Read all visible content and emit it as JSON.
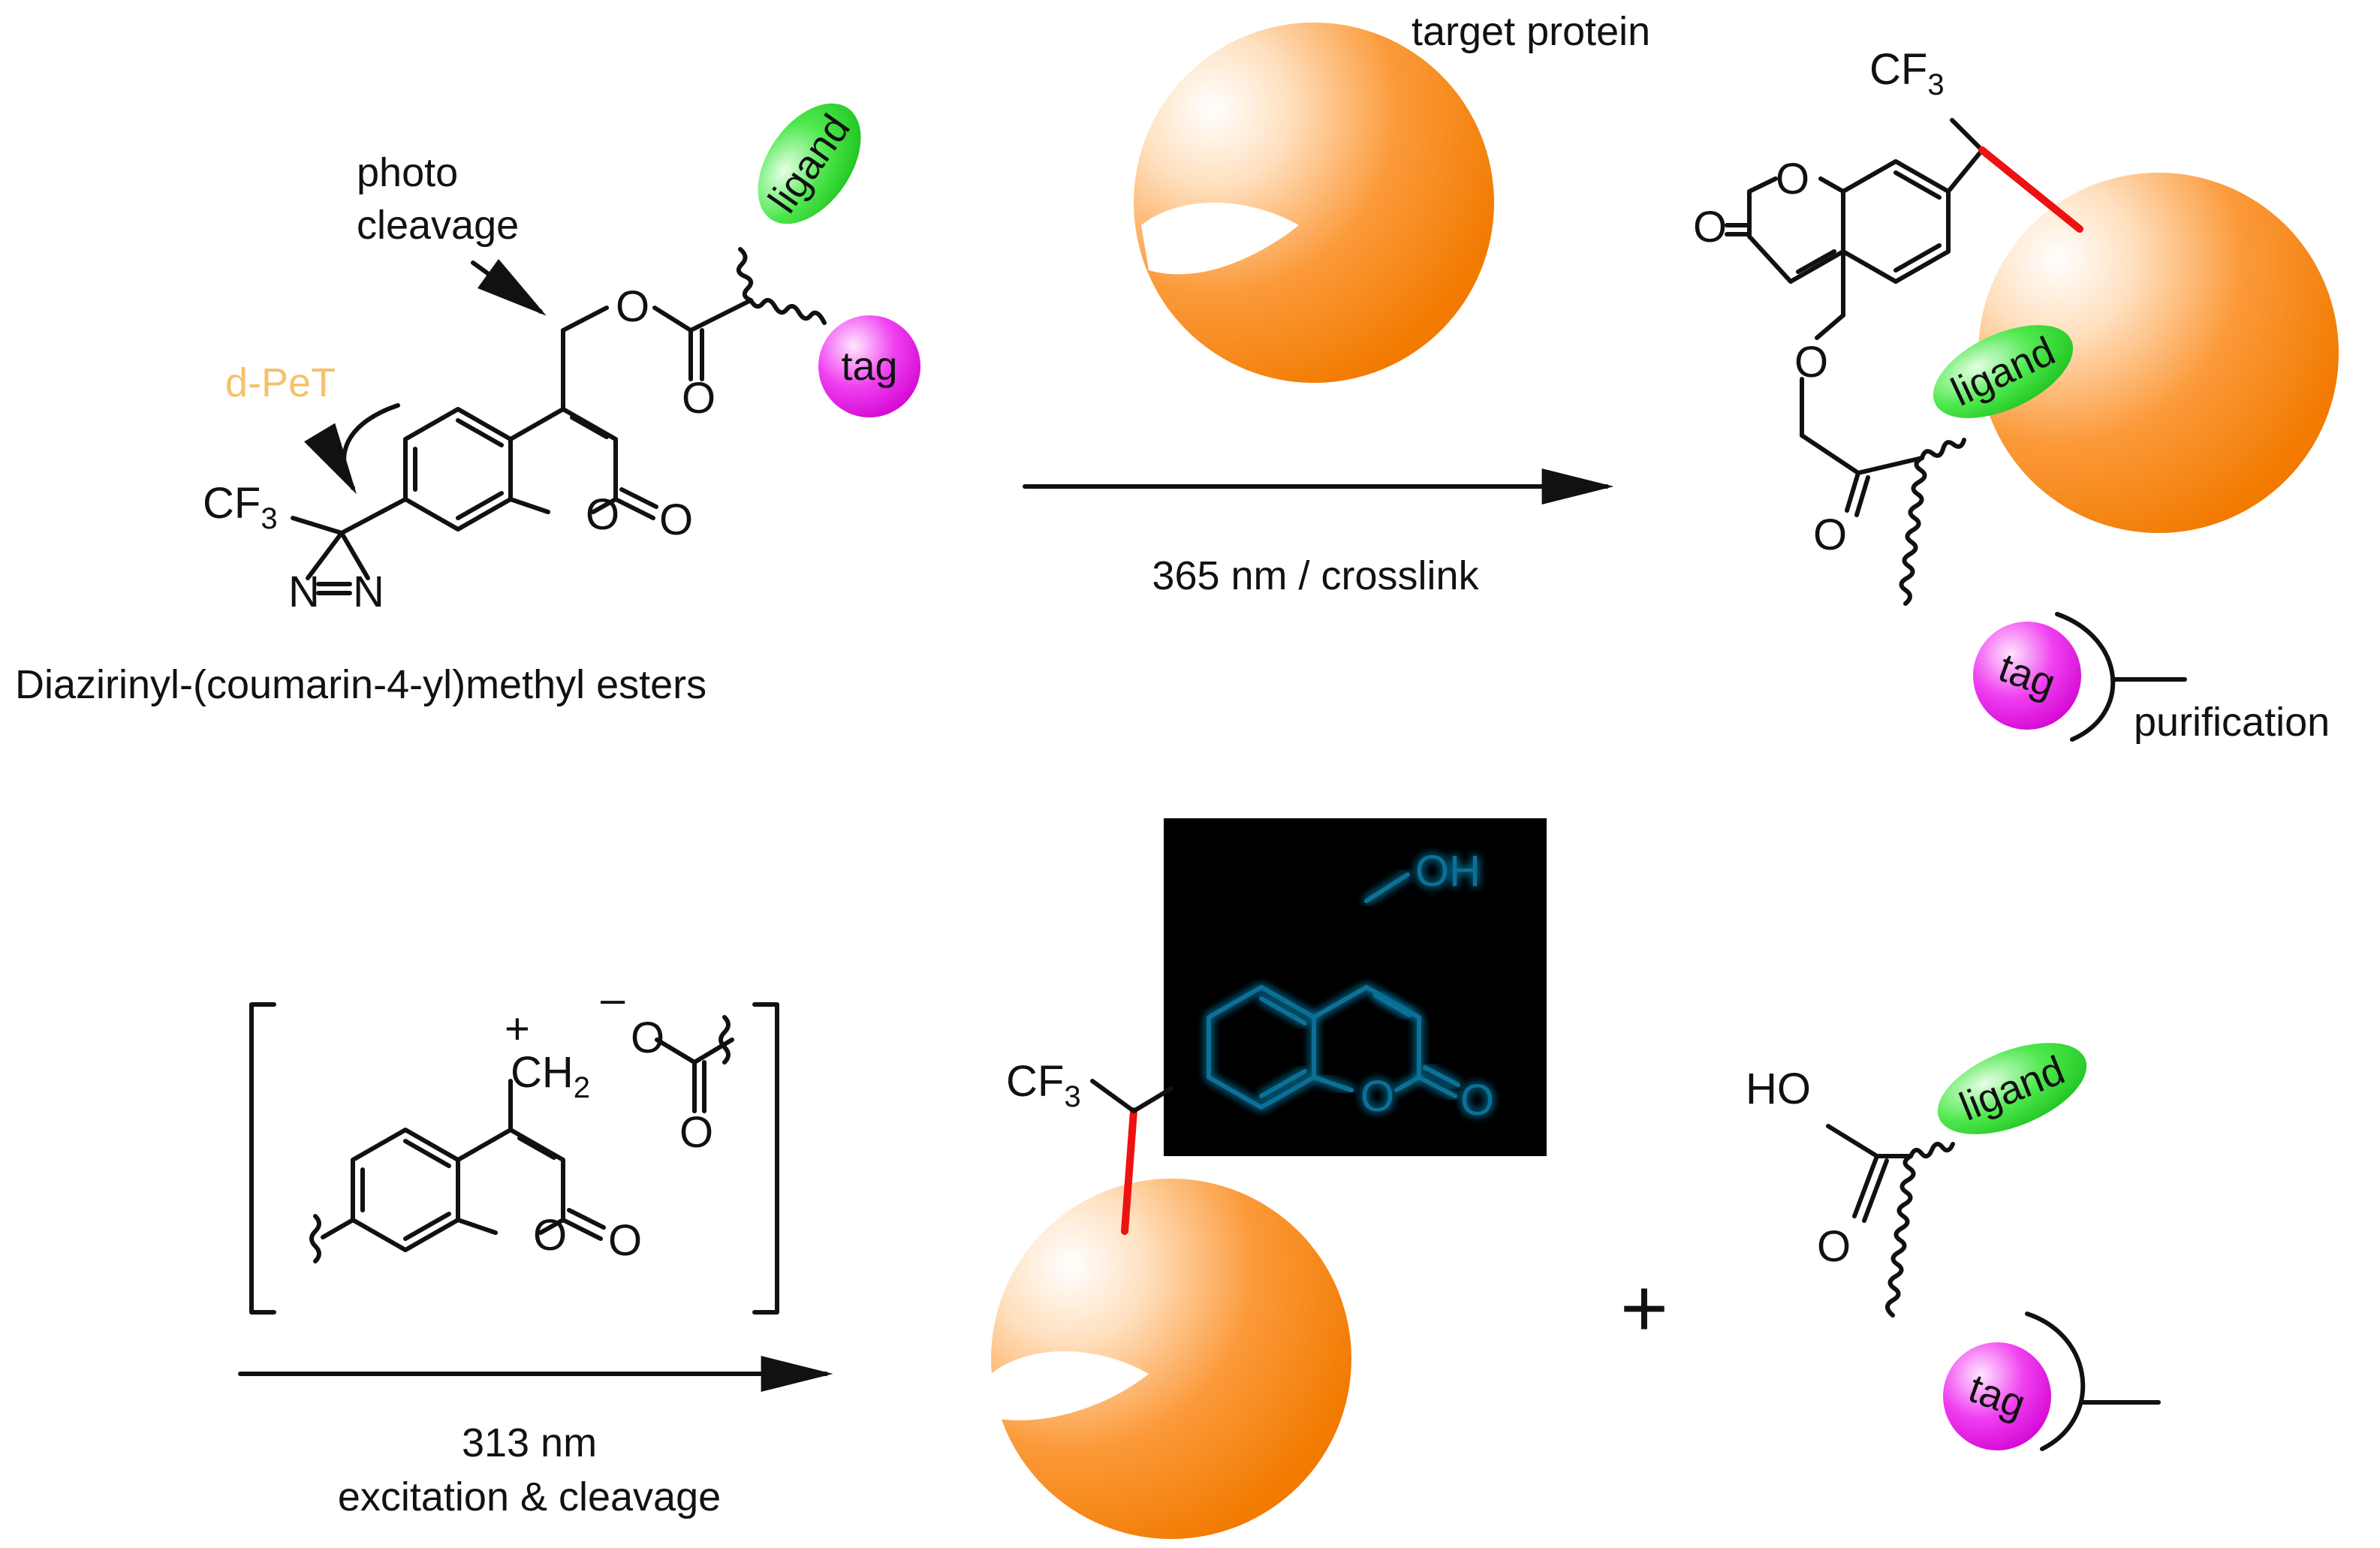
{
  "labels": {
    "target_protein": "target protein",
    "photo": "photo",
    "cleavage": "cleavage",
    "dpet": "d-PeT",
    "compound_name": "Diazirinyl-(coumarin-4-yl)methyl esters",
    "step1": "365 nm / crosslink",
    "purification": "purification",
    "step2_line1": "313 nm",
    "step2_line2": "excitation & cleavage",
    "plus": "+"
  },
  "tags": {
    "ligand": "ligand",
    "tag": "tag"
  },
  "atoms": {
    "O": "O",
    "N": "N",
    "CF": "CF",
    "sub3": "3",
    "CH": "CH",
    "sub2": "2",
    "OH": "OH",
    "HO": "HO",
    "plus_charge": "+",
    "minus_charge": "–"
  },
  "colors": {
    "protein_core": "#f7820e",
    "protein_highlight": "#ffffff",
    "ligand_green": "#27d627",
    "tag_magenta": "#e600e6",
    "crosslink_red": "#ee1111",
    "dpet_label": "#f2c36a",
    "glow_blue": "#0d6f96",
    "inset_bg": "#000000"
  }
}
